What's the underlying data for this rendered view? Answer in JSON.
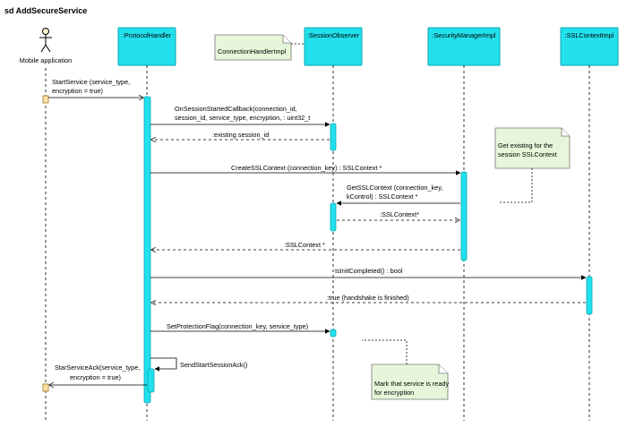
{
  "diagram": {
    "title": "sd AddSecureService",
    "actor": {
      "label": "Mobile application"
    },
    "lifelines": [
      {
        "id": "protocol-handler",
        "label": ":ProtocolHandler"
      },
      {
        "id": "session-observer",
        "label": ":SessionObserver"
      },
      {
        "id": "security-manager",
        "label": ":SecurityManagerImpl"
      },
      {
        "id": "ssl-context",
        "label": ":SSLContextImpl"
      }
    ],
    "notes": {
      "connection_handler": [
        "ConnectionHandlerImpl"
      ],
      "get_existing": [
        "Get existing for the",
        "session SSLContext"
      ],
      "mark_service": [
        "Mark that service is ready",
        "for encryption"
      ]
    },
    "messages": [
      {
        "id": "start-service",
        "lines": [
          "StartService (service_type,",
          "encryption = true)"
        ]
      },
      {
        "id": "on-session-started",
        "lines": [
          "OnSessionStartedCallback(connection_id,",
          "session_id, service_type, encryption, : uint32_t"
        ]
      },
      {
        "id": "existing-session-id",
        "lines": [
          ":existing session_id"
        ]
      },
      {
        "id": "create-ssl-context",
        "lines": [
          "CreateSSLContext (connection_key) : SSLContext *"
        ]
      },
      {
        "id": "get-ssl-context",
        "lines": [
          "GetSSLContext (connection_key,",
          "kControl) : SSLContext *"
        ]
      },
      {
        "id": "ssl-context-return-1",
        "lines": [
          ":SSLContext*"
        ]
      },
      {
        "id": "ssl-context-return-2",
        "lines": [
          ":SSLContext *"
        ]
      },
      {
        "id": "is-init-completed",
        "lines": [
          "IsInitCompleted() : bool"
        ]
      },
      {
        "id": "handshake-finished",
        "lines": [
          ":true (handshake is finished)"
        ]
      },
      {
        "id": "set-protection-flag",
        "lines": [
          "SetProtectionFlag(connection_key, service_type)"
        ]
      },
      {
        "id": "send-start-session-ack",
        "lines": [
          "SendStartSessionAck()"
        ]
      },
      {
        "id": "start-service-ack",
        "lines": [
          "StarServiceAck(service_type,",
          "encryption = true)"
        ]
      }
    ]
  }
}
